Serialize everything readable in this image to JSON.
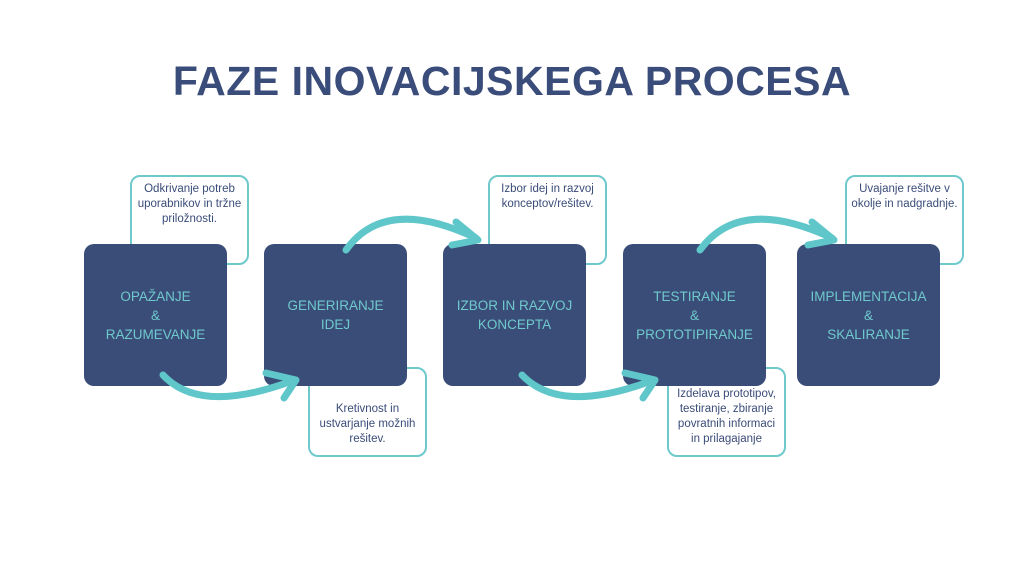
{
  "title": "FAZE INOVACIJSKEGA PROCESA",
  "colors": {
    "title": "#3a4c79",
    "phase_bg": "#3a4d78",
    "accent": "#5fc6c9"
  },
  "phases": [
    {
      "lines": [
        "OPAŽANJE",
        "&",
        "RAZUMEVANJE"
      ],
      "note": "Odkrivanje potreb uporabnikov in tržne priložnosti."
    },
    {
      "lines": [
        "GENERIRANJE",
        "IDEJ"
      ],
      "note": "Kretivnost in ustvarjanje možnih rešitev."
    },
    {
      "lines": [
        "IZBOR IN RAZVOJ",
        "KONCEPTA"
      ],
      "note": "Izbor idej in razvoj konceptov/rešitev."
    },
    {
      "lines": [
        "TESTIRANJE",
        "&",
        "PROTOTIPIRANJE"
      ],
      "note": "Izdelava prototipov, testiranje, zbiranje povratnih informaci in prilagajanje"
    },
    {
      "lines": [
        "IMPLEMENTACIJA",
        "&",
        "SKALIRANJE"
      ],
      "note": "Uvajanje rešitve v okolje in nadgradnje."
    }
  ]
}
